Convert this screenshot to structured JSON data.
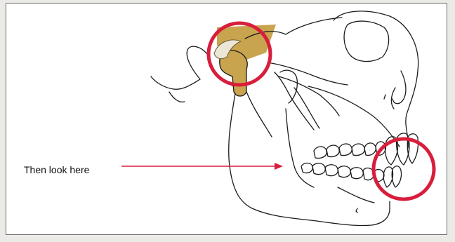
{
  "annotation": {
    "text": "Then look here"
  },
  "colors": {
    "circle": "#d81e3c",
    "joint_fill": "#c9a44e",
    "arrow": "#d81e3c",
    "line": "#1a1a1a"
  },
  "icons": [
    "skull-jaw-illustration",
    "red-circle",
    "arrow-right"
  ]
}
